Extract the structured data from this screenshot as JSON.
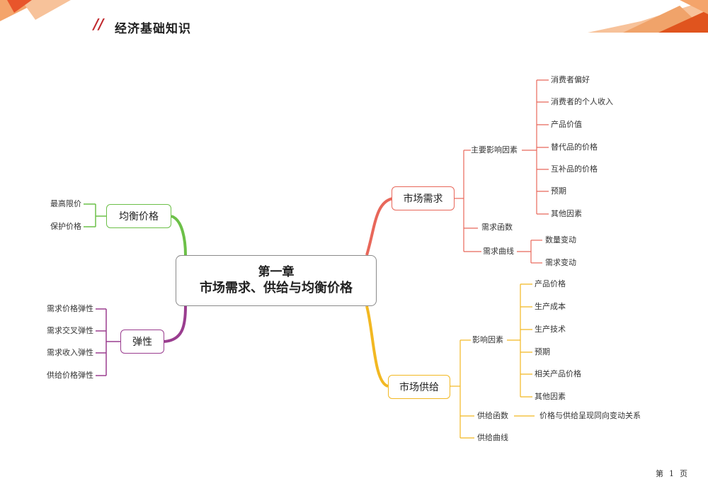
{
  "header": {
    "title": "经济基础知识",
    "slash": "//"
  },
  "footer": {
    "prefix": "第",
    "page": "1",
    "suffix": "页"
  },
  "colors": {
    "red": "#e8675a",
    "green": "#6cc048",
    "yellow": "#f2b822",
    "purple": "#9a3d8f",
    "accent": "#c0282d"
  },
  "center": {
    "line1": "第一章",
    "line2": "市场需求、供给与均衡价格"
  },
  "demand": {
    "label": "市场需求",
    "factors": {
      "label": "主要影响因素",
      "items": [
        "消费者偏好",
        "消费者的个人收入",
        "产品价值",
        "替代品的价格",
        "互补品的价格",
        "预期",
        "其他因素"
      ]
    },
    "function": "需求函数",
    "curve": {
      "label": "需求曲线",
      "items": [
        "数量变动",
        "需求变动"
      ]
    }
  },
  "supply": {
    "label": "市场供给",
    "factors": {
      "label": "影响因素",
      "items": [
        "产品价格",
        "生产成本",
        "生产技术",
        "预期",
        "相关产品价格",
        "其他因素"
      ]
    },
    "function": {
      "label": "供给函数",
      "note": "价格与供给呈现同向变动关系"
    },
    "curve": "供给曲线"
  },
  "equilibrium": {
    "label": "均衡价格",
    "items": [
      "最高限价",
      "保护价格"
    ]
  },
  "elasticity": {
    "label": "弹性",
    "items": [
      "需求价格弹性",
      "需求交叉弹性",
      "需求收入弹性",
      "供给价格弹性"
    ]
  }
}
